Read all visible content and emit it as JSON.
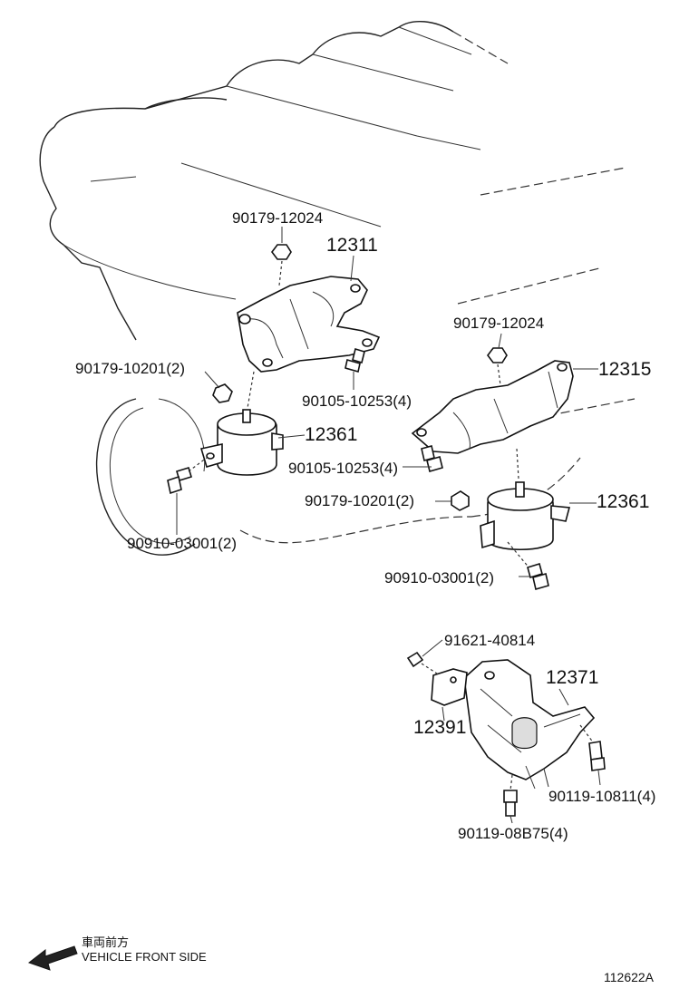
{
  "labels": {
    "p90179_12024_a": "90179-12024",
    "p12311": "12311",
    "p90179_10201_a": "90179-10201(2)",
    "p90105_10253_a": "90105-10253(4)",
    "p12361_a": "12361",
    "p90105_10253_b": "90105-10253(4)",
    "p90910_03001_a": "90910-03001(2)",
    "p90179_12024_b": "90179-12024",
    "p12315": "12315",
    "p90179_10201_b": "90179-10201(2)",
    "p12361_b": "12361",
    "p90910_03001_b": "90910-03001(2)",
    "p91621_40814": "91621-40814",
    "p12371": "12371",
    "p12391": "12391",
    "p90119_10811": "90119-10811(4)",
    "p90119_08B75": "90119-08B75(4)"
  },
  "direction": {
    "jp": "車両前方",
    "en": "VEHICLE FRONT SIDE"
  },
  "reference": "112622A"
}
